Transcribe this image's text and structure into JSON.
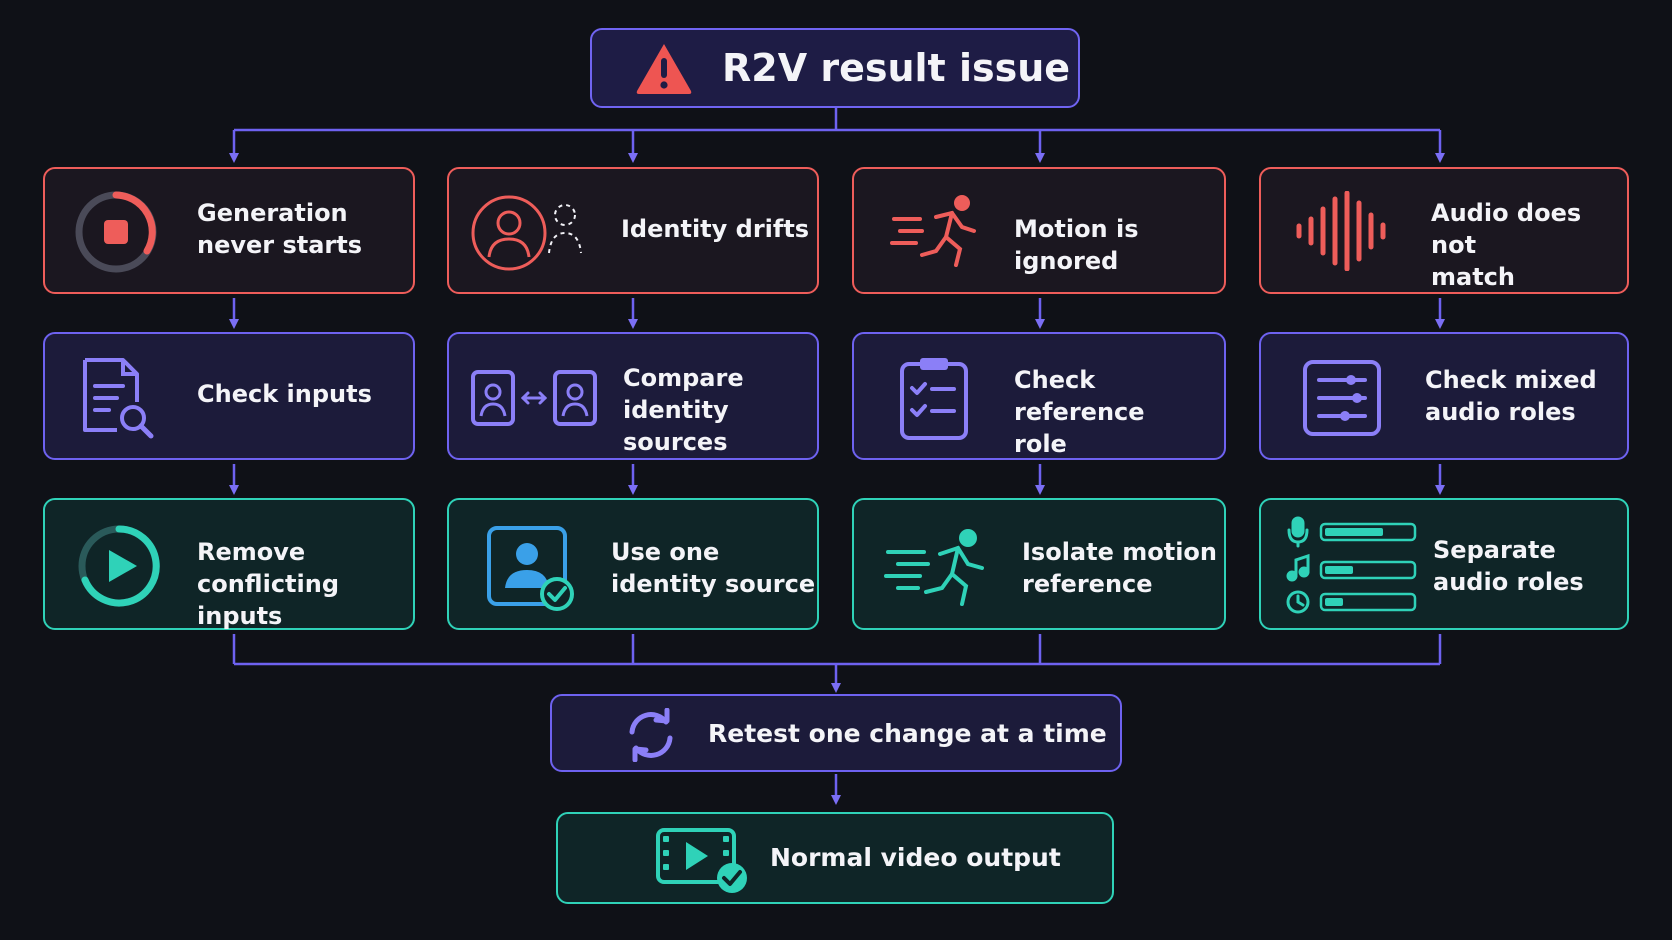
{
  "root": {
    "label": "R2V result issue",
    "icon": "warning-icon"
  },
  "columns": [
    {
      "symptom": {
        "label": "Generation\nnever starts",
        "icon": "stop-progress-icon"
      },
      "check": {
        "label": "Check inputs",
        "icon": "document-search-icon"
      },
      "fix": {
        "label": "Remove\nconflicting inputs",
        "icon": "play-circle-icon"
      }
    },
    {
      "symptom": {
        "label": "Identity drifts",
        "icon": "person-drift-icon"
      },
      "check": {
        "label": "Compare\nidentity sources",
        "icon": "compare-profiles-icon"
      },
      "fix": {
        "label": "Use one\nidentity source",
        "icon": "profile-check-icon"
      }
    },
    {
      "symptom": {
        "label": "Motion is ignored",
        "icon": "running-figure-icon"
      },
      "check": {
        "label": "Check reference\nrole",
        "icon": "clipboard-checklist-icon"
      },
      "fix": {
        "label": "Isolate motion\nreference",
        "icon": "running-figure-icon"
      }
    },
    {
      "symptom": {
        "label": "Audio does not\nmatch",
        "icon": "audio-waveform-icon"
      },
      "check": {
        "label": "Check mixed\naudio roles",
        "icon": "sliders-icon"
      },
      "fix": {
        "label": "Separate\naudio roles",
        "icon": "audio-tracks-icon"
      }
    }
  ],
  "retest": {
    "label": "Retest one change at a time",
    "icon": "refresh-icon"
  },
  "output": {
    "label": "Normal video output",
    "icon": "video-check-icon"
  },
  "colors": {
    "symptom": "#ee5d5a",
    "check": "#7b6ff5",
    "fix": "#2fd2b8",
    "connector": "#6e62f0",
    "background": "#0f1117"
  }
}
